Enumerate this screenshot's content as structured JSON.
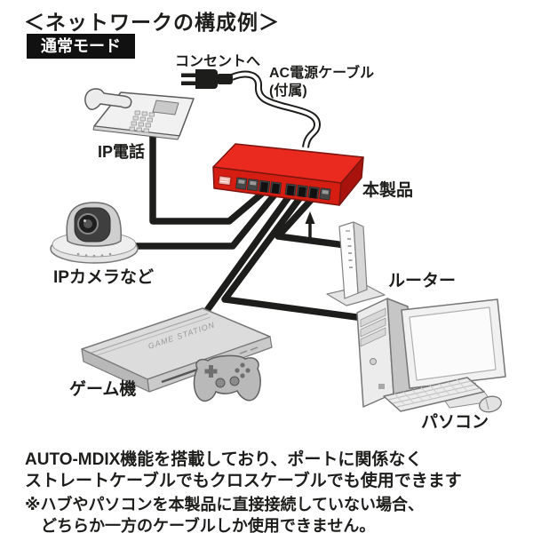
{
  "header": {
    "title": "＜ネットワークの構成例＞",
    "mode_badge": "通常モード"
  },
  "diagram": {
    "labels": {
      "outlet": "コンセントへ",
      "ac_cable_line1": "AC電源ケーブル",
      "ac_cable_line2": "(付属)",
      "ip_phone": "IP電話",
      "product": "本製品",
      "ip_camera": "IPカメラなど",
      "router": "ルーター",
      "game_console": "ゲーム機",
      "pc": "パソコン",
      "game_console_brand": "GAME STATION"
    },
    "connections": [
      {
        "from": "コンセント",
        "to": "本製品",
        "via": "AC電源ケーブル(付属)"
      },
      {
        "from": "IP電話",
        "to": "本製品"
      },
      {
        "from": "IPカメラなど",
        "to": "本製品"
      },
      {
        "from": "ゲーム機",
        "to": "本製品"
      },
      {
        "from": "パソコン",
        "to": "本製品"
      },
      {
        "from": "ルーター",
        "to": "本製品"
      }
    ],
    "colors": {
      "product_top": "#ea2a1e",
      "product_front": "#d61d12",
      "product_side": "#a8140d",
      "cable": "#1d1d1b",
      "badge_background": "#111111",
      "badge_text": "#ffffff"
    }
  },
  "footer": {
    "line1": "AUTO-MDIX機能を搭載しており、ポートに関係なく",
    "line2": "ストレートケーブルでもクロスケーブルでも使用できます",
    "note_line1": "※ハブやパソコンを本製品に直接接続していない場合、",
    "note_line2": "どちらか一方のケーブルしか使用できません。"
  }
}
